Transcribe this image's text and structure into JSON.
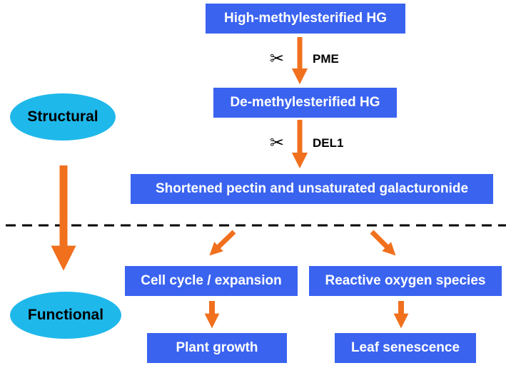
{
  "colors": {
    "box_fill": "#3a63f0",
    "box_text": "#ffffff",
    "ellipse_fill": "#1fb8ea",
    "arrow": "#f0701e",
    "divider": "#000000"
  },
  "stages": {
    "structural": "Structural",
    "functional": "Functional"
  },
  "boxes": {
    "high_me_hg": "High-methylesterified HG",
    "de_me_hg": "De-methylesterified HG",
    "shortened": "Shortened pectin and unsaturated galacturonide",
    "cell_cycle": "Cell cycle / expansion",
    "ros": "Reactive oxygen species",
    "plant_growth": "Plant growth",
    "leaf_senescence": "Leaf senescence"
  },
  "enzymes": {
    "pme": "PME",
    "del1": "DEL1",
    "cut_icon": "scissors-icon",
    "cut_glyph": "✂"
  }
}
